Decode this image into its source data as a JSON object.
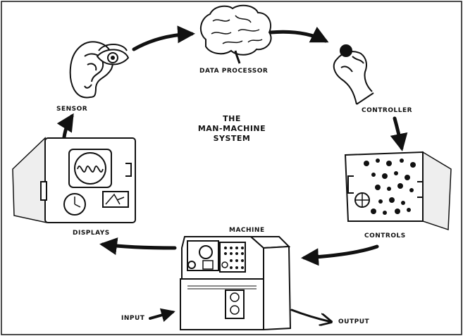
{
  "diagram": {
    "title_lines": [
      "THE",
      "MAN-MACHINE",
      "SYSTEM"
    ],
    "labels": {
      "data_processor": "DATA PROCESSOR",
      "sensor": "SENSOR",
      "controller": "CONTROLLER",
      "displays": "DISPLAYS",
      "controls": "CONTROLS",
      "machine": "MACHINE",
      "input": "INPUT",
      "output": "OUTPUT"
    }
  }
}
